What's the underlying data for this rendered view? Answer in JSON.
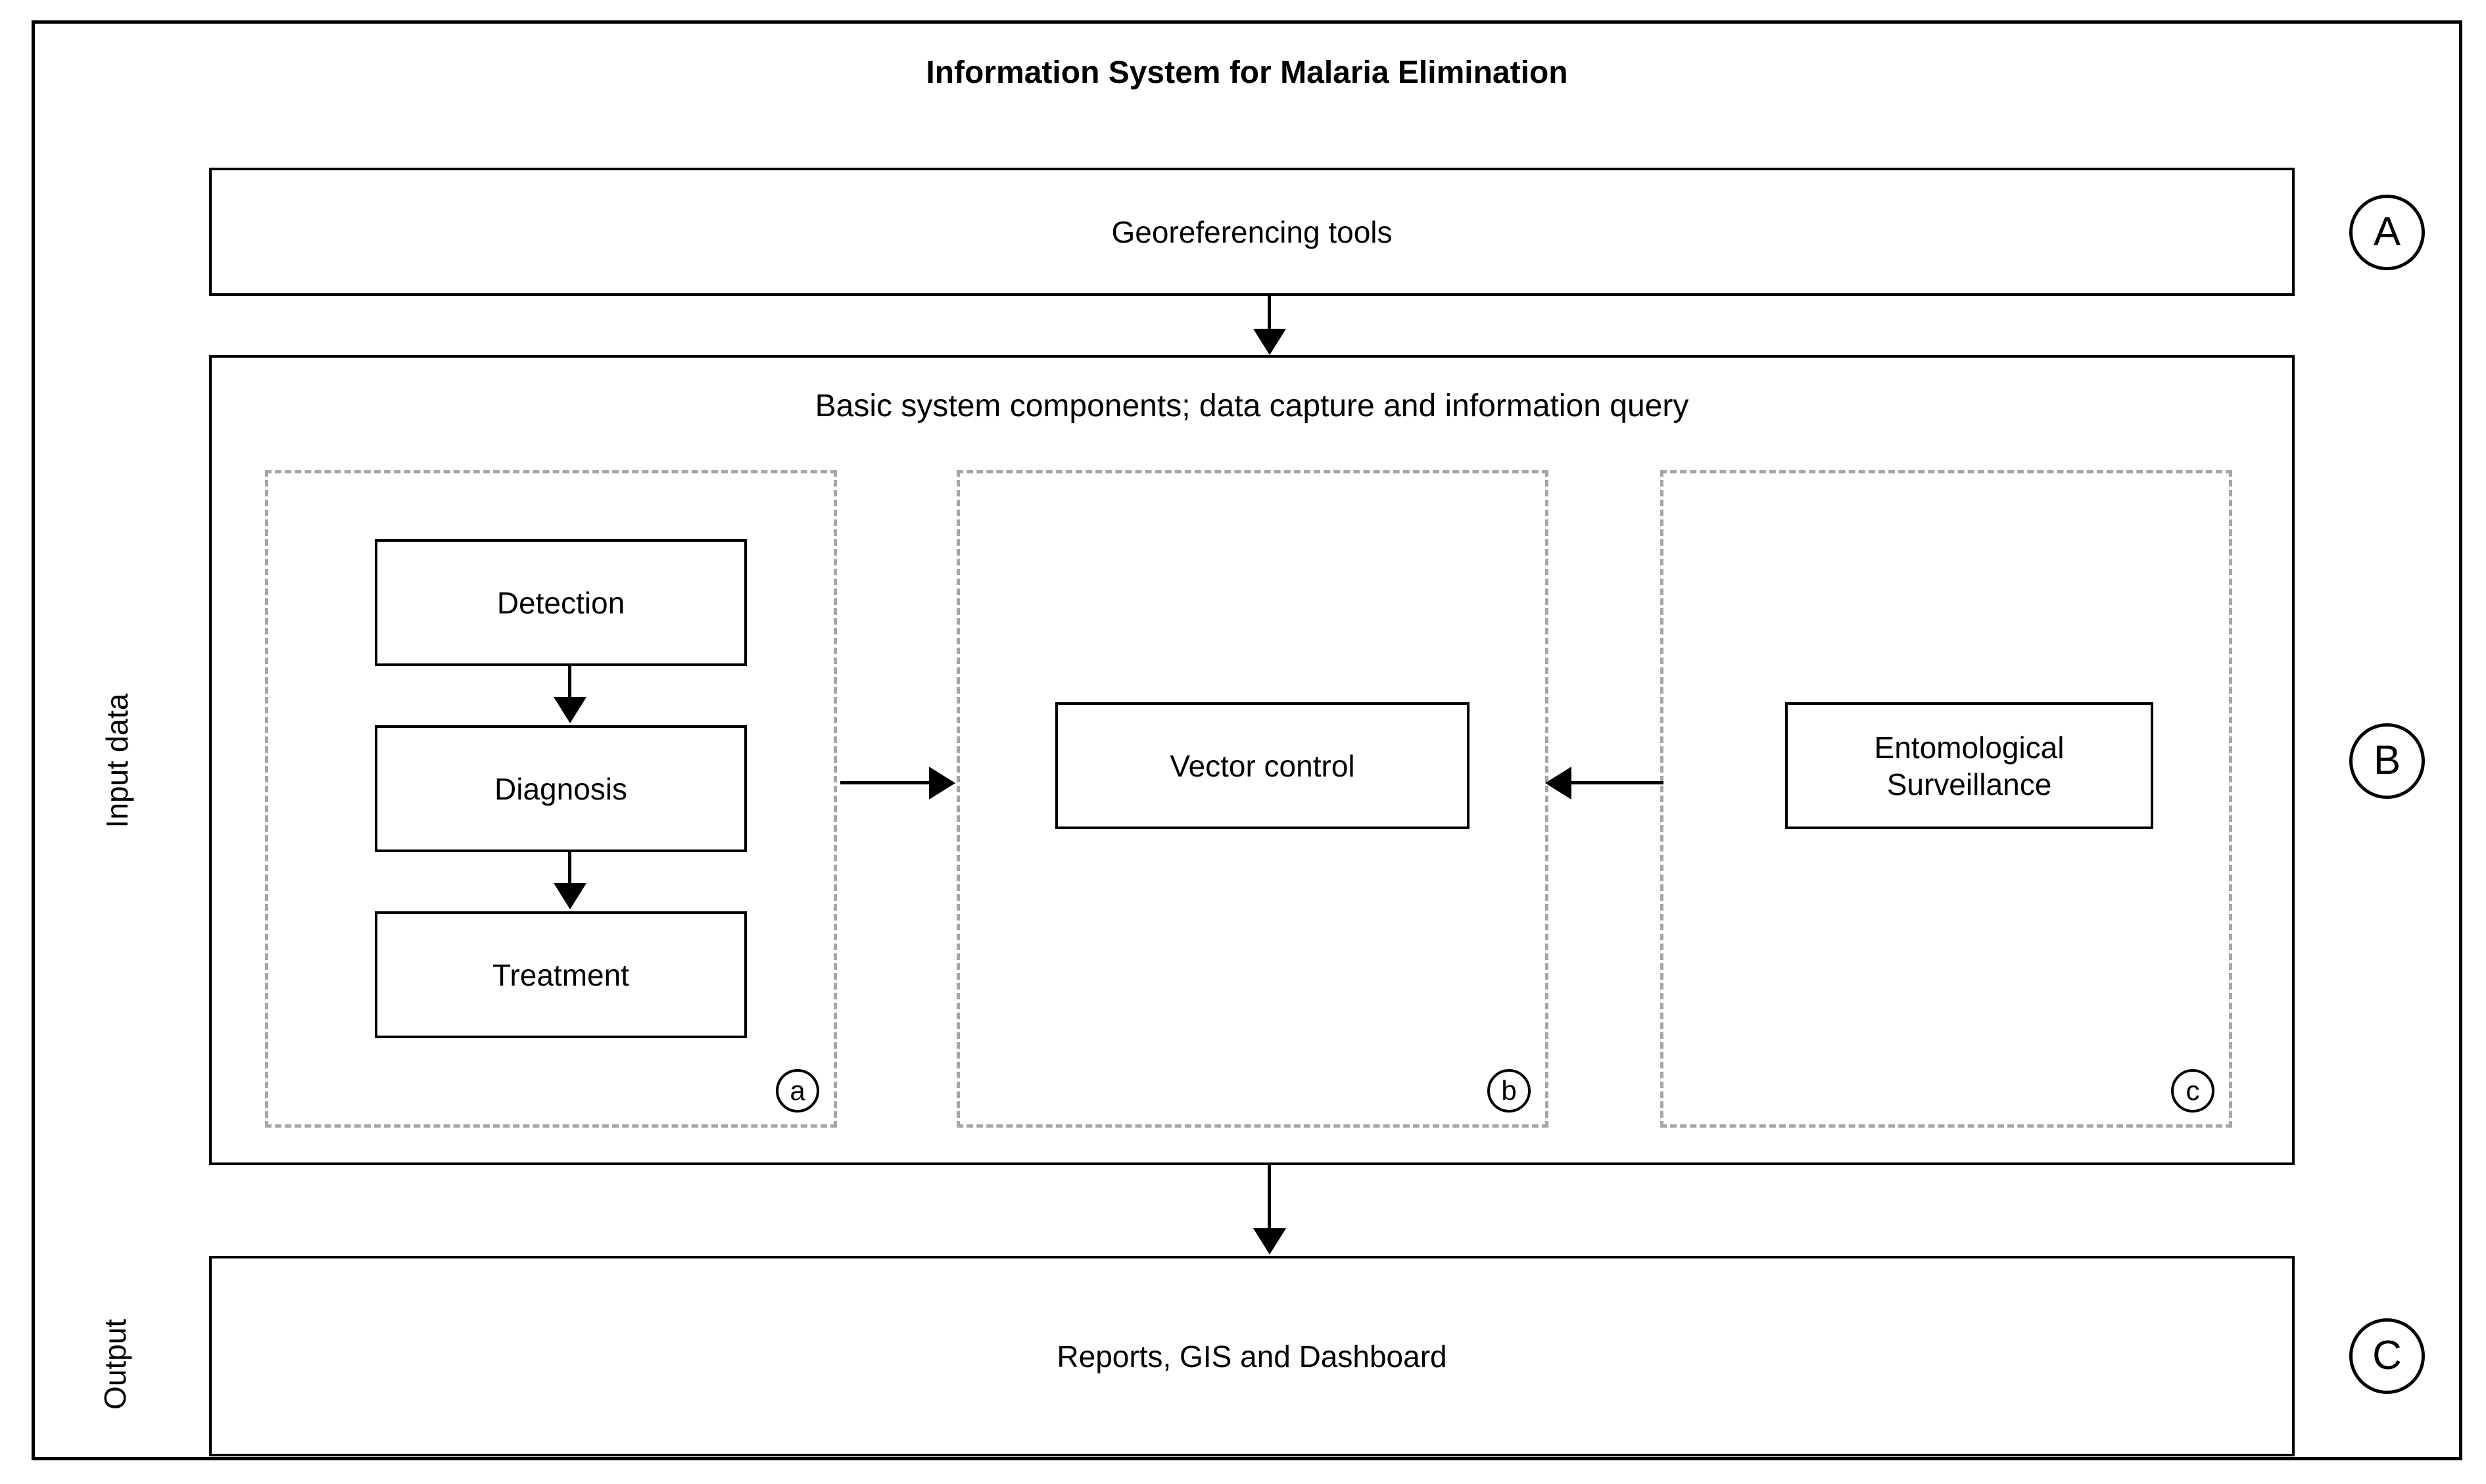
{
  "diagram": {
    "title": "Information System for Malaria Elimination",
    "type": "flowchart",
    "sections": {
      "A": {
        "tag": "A",
        "box_label": "Georeferencing tools"
      },
      "B": {
        "tag": "B",
        "side_label": "Input data",
        "heading": "Basic system components; data capture and information query",
        "panels": [
          {
            "tag": "a",
            "nodes": [
              "Detection",
              "Diagnosis",
              "Treatment"
            ]
          },
          {
            "tag": "b",
            "nodes": [
              "Vector control"
            ]
          },
          {
            "tag": "c",
            "nodes": [
              "Entomological Surveillance"
            ]
          }
        ]
      },
      "C": {
        "tag": "C",
        "side_label": "Output",
        "box_label": "Reports, GIS and Dashboard"
      }
    },
    "nodes": {
      "georeferencing": "Georeferencing tools",
      "detection": "Detection",
      "diagnosis": "Diagnosis",
      "treatment": "Treatment",
      "vector_control": "Vector control",
      "entomological_line1": "Entomological",
      "entomological_line2": "Surveillance",
      "output": "Reports, GIS and Dashboard"
    },
    "edges": [
      {
        "from": "Georeferencing tools",
        "to": "Basic system components",
        "direction": "down"
      },
      {
        "from": "Detection",
        "to": "Diagnosis",
        "direction": "down"
      },
      {
        "from": "Diagnosis",
        "to": "Treatment",
        "direction": "down"
      },
      {
        "from": "a",
        "to": "b",
        "direction": "right"
      },
      {
        "from": "c",
        "to": "b",
        "direction": "left"
      },
      {
        "from": "Basic system components",
        "to": "Reports, GIS and Dashboard",
        "direction": "down"
      }
    ],
    "colors": {
      "frame": "#000000",
      "dashed_panel": "#a6a6a6",
      "background": "#ffffff",
      "text": "#000000"
    }
  }
}
